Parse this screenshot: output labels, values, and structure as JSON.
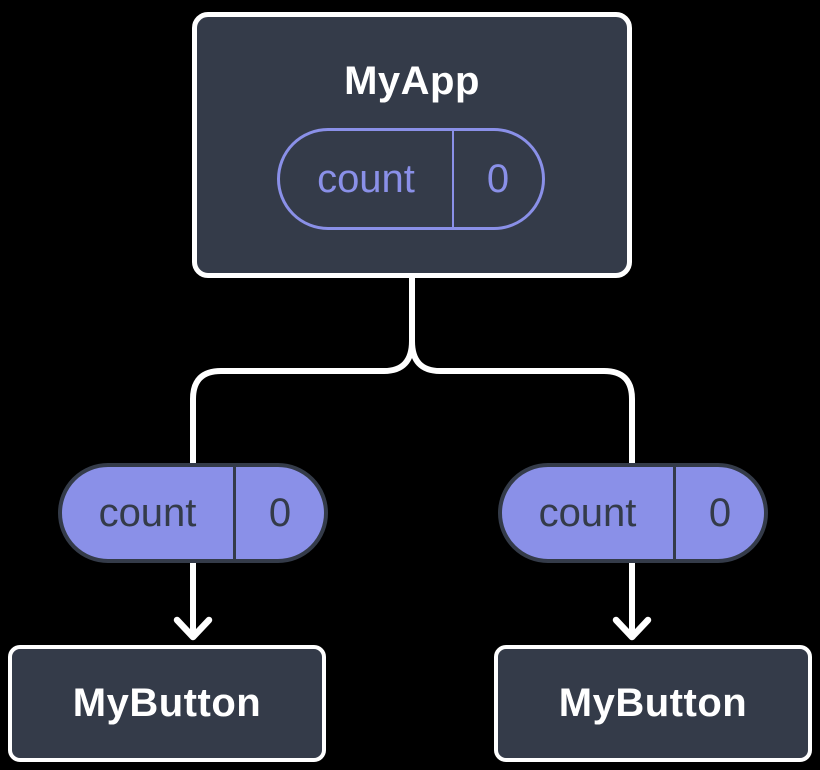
{
  "diagram": {
    "colors": {
      "background": "#000000",
      "node_fill": "#343B49",
      "node_border": "#FFFFFF",
      "accent_purple": "#8A90E8",
      "pill_dark_text": "#343B49",
      "connector": "#FFFFFF"
    },
    "root_node": {
      "title": "MyApp",
      "state": {
        "name": "count",
        "value": "0"
      }
    },
    "left_prop_pill": {
      "name": "count",
      "value": "0"
    },
    "right_prop_pill": {
      "name": "count",
      "value": "0"
    },
    "left_child": {
      "title": "MyButton"
    },
    "right_child": {
      "title": "MyButton"
    }
  }
}
